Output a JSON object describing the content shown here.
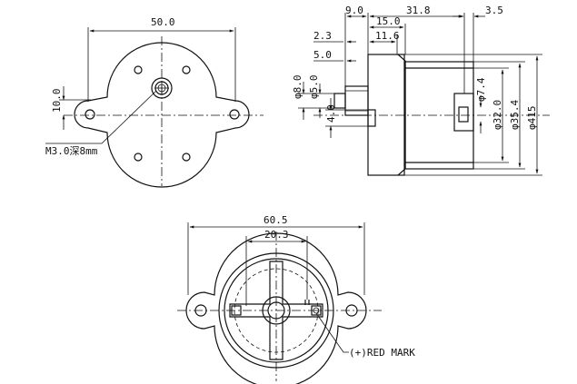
{
  "front_view": {
    "width_dim": "50.0",
    "ear_offset_dim": "10.0",
    "thread_note": "M3.0深8mm"
  },
  "side_view": {
    "dim_a": "9.0",
    "dim_b": "31.8",
    "dim_c": "3.5",
    "dim_d": "15.0",
    "dim_e": "2.3",
    "dim_f": "11.6",
    "dim_g": "5.0",
    "dim_h": "4.0",
    "dia_shaft_outer": "φ8.0",
    "dia_shaft_inner": "φ5.0",
    "dia_boss": "φ7.4",
    "dia_body": "φ32.0",
    "dia_flange": "φ35.4",
    "dia_overall": "φ415"
  },
  "rear_view": {
    "overall_width": "60.5",
    "terminal_width": "20.3",
    "red_mark_note": "(+)RED MARK"
  }
}
